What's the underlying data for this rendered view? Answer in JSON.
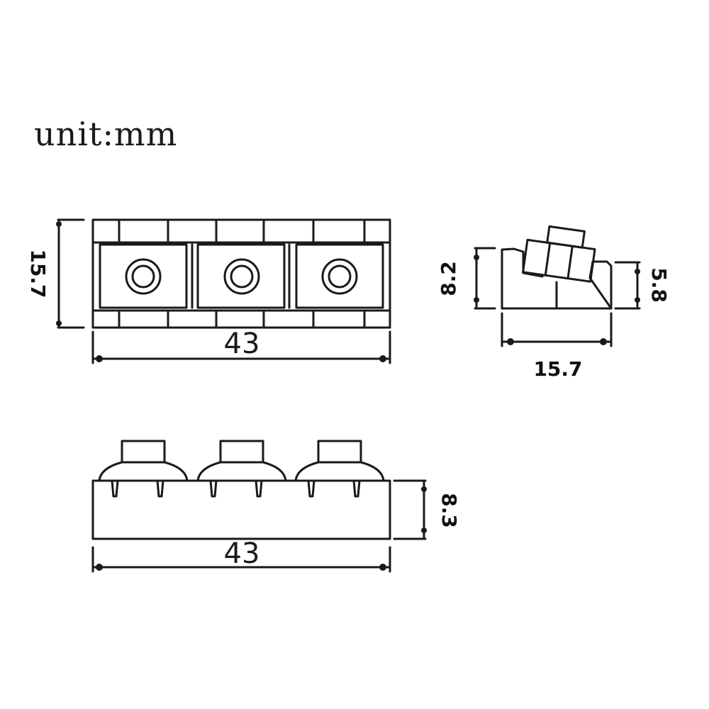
{
  "unit_label": "unit:mm",
  "colors": {
    "line": "#1a1a1a",
    "background": "#ffffff"
  },
  "views": {
    "top": {
      "name": "top view",
      "width_label": "43",
      "height_label": "15.7",
      "slots": 3
    },
    "side": {
      "name": "side view",
      "left_height_label": "8.2",
      "right_height_label": "5.8",
      "width_label": "15.7"
    },
    "front": {
      "name": "front view",
      "width_label": "43",
      "height_label": "8.3",
      "saddles": 3
    }
  }
}
